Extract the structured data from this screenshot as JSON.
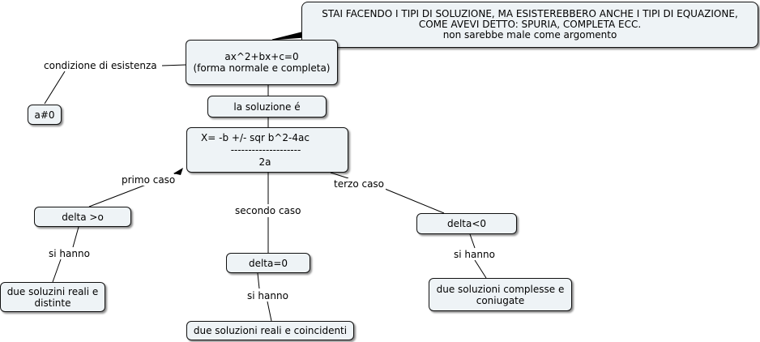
{
  "note": {
    "line1": "STAI FACENDO I TIPI DI SOLUZIONE, MA ESISTEREBBERO ANCHE I TIPI DI EQUAZIONE,",
    "line2": "COME AVEVI DETTO: SPURIA, COMPLETA ECC.",
    "line3": "non sarebbe male come argomento"
  },
  "equation": {
    "line1": "ax^2+bx+c=0",
    "line2": "(forma normale e completa)"
  },
  "labels": {
    "condizione": "condizione di esistenza",
    "primo": "primo caso",
    "secondo": "secondo caso",
    "terzo": "terzo caso",
    "si_hanno_1": "si hanno",
    "si_hanno_2": "si hanno",
    "si_hanno_3": "si hanno"
  },
  "cond_node": "a#0",
  "soluzione_node": "la soluzione é",
  "formula": {
    "numerator": "X= -b +/- sqr b^2-4ac",
    "bar": "--------------------",
    "denominator": "2a"
  },
  "delta_pos": "delta >o",
  "delta_zero": "delta=0",
  "delta_neg": "delta<0",
  "result_pos": {
    "line1": "due soluzini reali e",
    "line2": "distinte"
  },
  "result_zero": "due soluzioni reali e coincidenti",
  "result_neg": {
    "line1": "due soluzioni complesse e",
    "line2": "coniugate"
  }
}
